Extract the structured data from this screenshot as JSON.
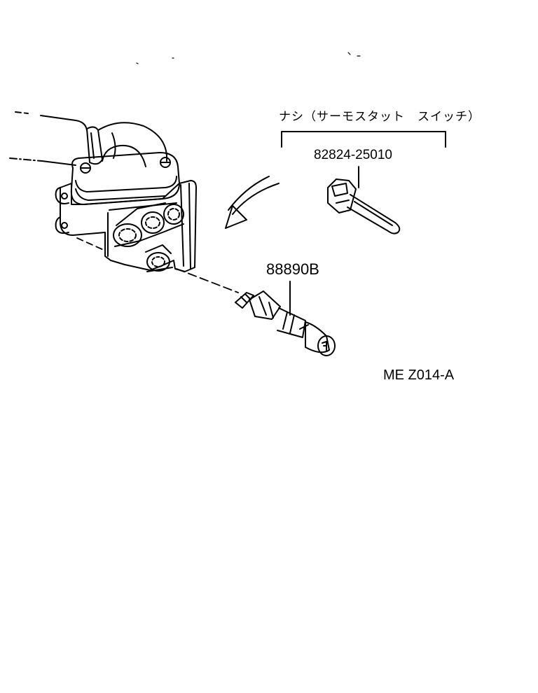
{
  "labels": {
    "not_supplied": "ナシ（サーモスタット　スイッチ）",
    "thermostat_switch_part_no": "82824-25010",
    "plug_part_no": "88890B",
    "diagram_code": "ME Z014-A"
  }
}
